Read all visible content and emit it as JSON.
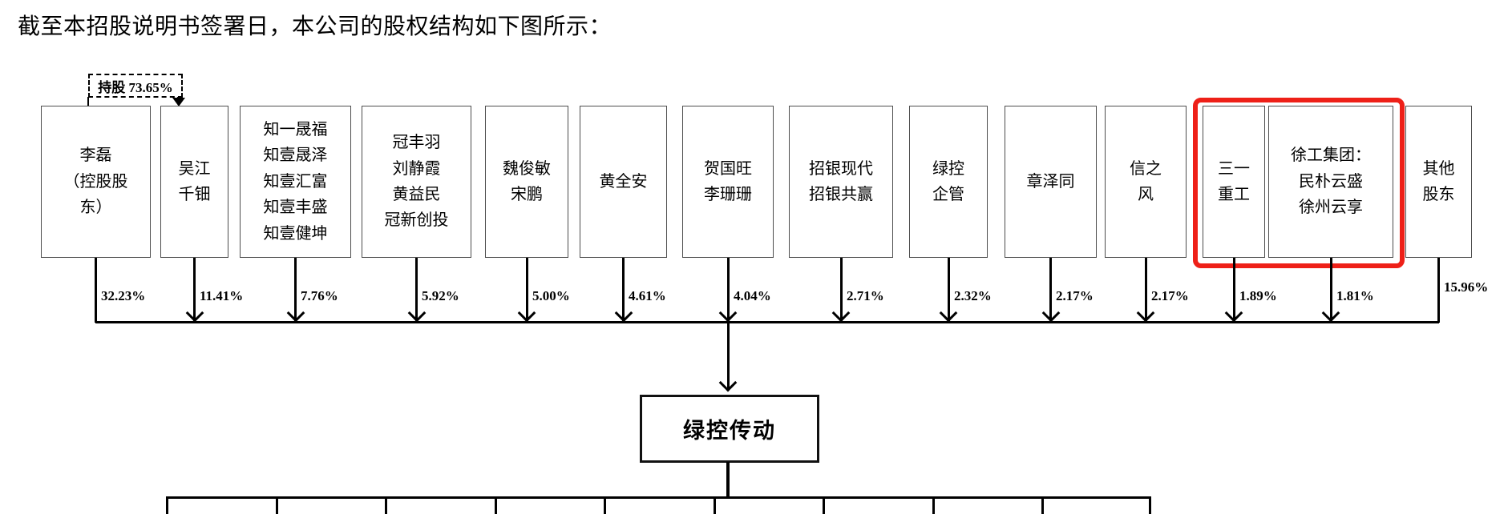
{
  "title": "截至本招股说明书签署日，本公司的股权结构如下图所示：",
  "annotation": {
    "label": "持股 73.65%"
  },
  "shareholders": [
    {
      "name": "李磊\n（控股股\n东）",
      "percent": "32.23%"
    },
    {
      "name": "吴江\n千钿",
      "percent": "11.41%"
    },
    {
      "name": "知一晟福\n知壹晟泽\n知壹汇富\n知壹丰盛\n知壹健坤",
      "percent": "7.76%"
    },
    {
      "name": "冠丰羽\n刘静霞\n黄益民\n冠新创投",
      "percent": "5.92%"
    },
    {
      "name": "魏俊敏\n宋鹏",
      "percent": "5.00%"
    },
    {
      "name": "黄全安",
      "percent": "4.61%"
    },
    {
      "name": "贺国旺\n李珊珊",
      "percent": "4.04%"
    },
    {
      "name": "招银现代\n招银共赢",
      "percent": "2.71%"
    },
    {
      "name": "绿控\n企管",
      "percent": "2.32%"
    },
    {
      "name": "章泽同",
      "percent": "2.17%"
    },
    {
      "name": "信之\n风",
      "percent": "2.17%"
    },
    {
      "name": "三一\n重工",
      "percent": "1.89%"
    },
    {
      "name": "徐工集团：\n民朴云盛\n徐州云享",
      "percent": "1.81%"
    },
    {
      "name": "其他\n股东",
      "percent": "15.96%"
    }
  ],
  "company": {
    "name": "绿控传动"
  },
  "highlight": {
    "color": "#ee2018"
  }
}
